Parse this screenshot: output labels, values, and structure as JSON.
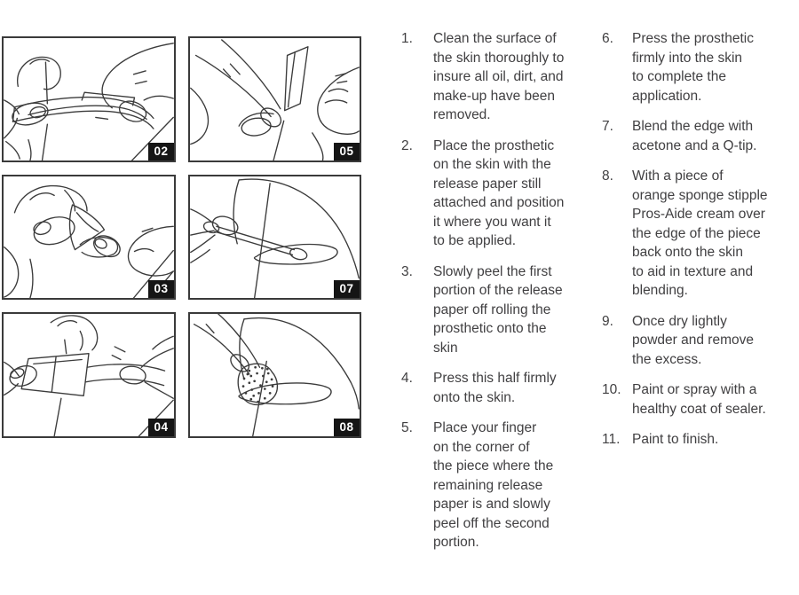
{
  "colors": {
    "text": "#414042",
    "line_art": "#3c3c3c",
    "badge_background": "#151515",
    "badge_text": "#ffffff",
    "panel_border": "#3a3a3a",
    "page_background": "#ffffff"
  },
  "panels": [
    {
      "number": "02",
      "icon": "hands-stretching-prosthetic-strip-illustration"
    },
    {
      "number": "05",
      "icon": "finger-holding-corner-peeling-release-paper-illustration"
    },
    {
      "number": "03",
      "icon": "peeling-first-release-paper-portion-illustration"
    },
    {
      "number": "07",
      "icon": "qtip-blending-edge-illustration"
    },
    {
      "number": "04",
      "icon": "pressing-half-onto-skin-with-paper-flap-illustration"
    },
    {
      "number": "08",
      "icon": "sponge-stippling-over-edge-illustration"
    }
  ],
  "instructions": {
    "column1": [
      {
        "number": "1.",
        "text": "Clean the surface of\nthe skin thoroughly to\ninsure all oil, dirt, and\nmake-up have been\nremoved."
      },
      {
        "number": "2.",
        "text": "Place the prosthetic\non the skin with the\nrelease paper still\nattached and position\nit where you want it\nto be applied."
      },
      {
        "number": "3.",
        "text": "Slowly peel the first\nportion of the release\npaper off rolling the\nprosthetic onto the\nskin"
      },
      {
        "number": "4.",
        "text": "Press this half firmly\nonto the skin."
      },
      {
        "number": "5.",
        "text": "Place your finger\non the corner of\nthe piece where the\nremaining release\npaper is and slowly\npeel off the second\nportion."
      }
    ],
    "column2": [
      {
        "number": "6.",
        "text": "Press the prosthetic\nfirmly into the skin\nto complete the\napplication."
      },
      {
        "number": "7.",
        "text": "Blend the edge with\nacetone and a Q-tip."
      },
      {
        "number": "8.",
        "text": "With a piece of\norange sponge stipple\nPros-Aide cream over\nthe edge of the piece\nback onto the skin\nto aid in texture and\nblending."
      },
      {
        "number": "9.",
        "text": "Once dry lightly\npowder and remove\nthe excess."
      },
      {
        "number": "10.",
        "text": "Paint or spray with a\nhealthy coat of sealer."
      },
      {
        "number": "11.",
        "text": "Paint to finish."
      }
    ]
  }
}
